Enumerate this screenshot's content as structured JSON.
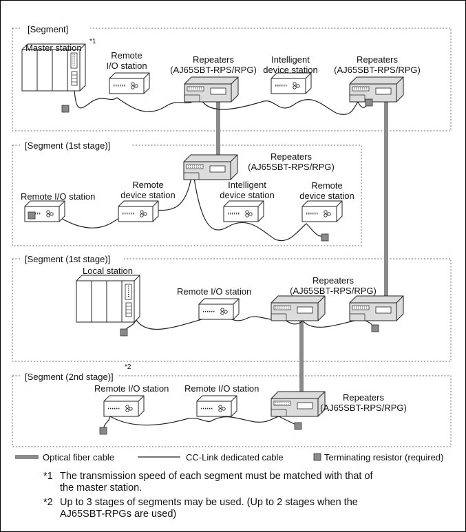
{
  "segments": {
    "top": "[Segment]",
    "first_a": "[Segment (1st stage)]",
    "first_b": "[Segment (1st stage)]",
    "second": "[Segment (2nd stage)]"
  },
  "marks": {
    "sup1": "*1",
    "sup2": "*2"
  },
  "stations": {
    "master": "Master station",
    "remote_io": [
      "Remote",
      "I/O station"
    ],
    "repeaters": [
      "Repeaters",
      "(AJ65SBT-RPS/RPG)"
    ],
    "intelligent": [
      "Intelligent",
      "device station"
    ],
    "remote_io_single": "Remote I/O station",
    "remote_device": [
      "Remote",
      "device station"
    ],
    "local": "Local station"
  },
  "legend": {
    "fiber": "Optical fiber cable",
    "cc_link": "CC-Link dedicated cable",
    "terminator": "Terminating resistor (required)"
  },
  "notes": [
    {
      "mark": "*1",
      "lines": [
        "The transmission speed of each segment must be matched with that of",
        "the master station."
      ]
    },
    {
      "mark": "*2",
      "lines": [
        "Up to 3 stages of segments may be used. (Up to 2 stages when the",
        "AJ65SBT-RPGs are used)"
      ]
    }
  ]
}
